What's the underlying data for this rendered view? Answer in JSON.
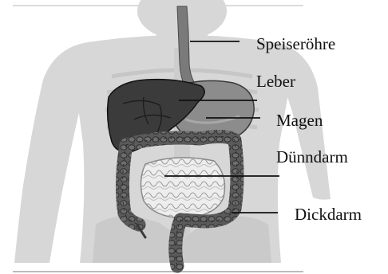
{
  "diagram": {
    "labels": {
      "esophagus": "Speiseröhre",
      "liver": "Leber",
      "stomach": "Magen",
      "small_intestine": "Dünndarm",
      "large_intestine": "Dickdarm"
    },
    "colors": {
      "body_silhouette": "#d7d7d7",
      "liver": "#3b3b3b",
      "stomach": "#8c8c8c",
      "esophagus": "#7a7a7a",
      "small_intestine": "#ececec",
      "large_intestine": "#5a5a5a",
      "leader_line": "#111111",
      "text": "#111111"
    }
  }
}
